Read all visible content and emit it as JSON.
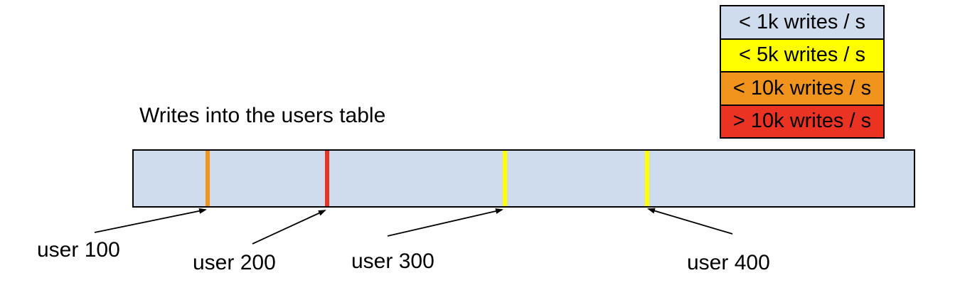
{
  "title": "Writes into the users table",
  "legend": {
    "items": [
      {
        "label": "< 1k writes / s",
        "color": "#cfdcee"
      },
      {
        "label": "< 5k writes / s",
        "color": "#ffff00"
      },
      {
        "label": "< 10k writes / s",
        "color": "#f0941e"
      },
      {
        "label": "> 10k writes / s",
        "color": "#ea3323"
      }
    ]
  },
  "bar": {
    "fill": "#cfdcee",
    "markers": [
      {
        "user": "user 100",
        "rate_band": "< 10k writes / s",
        "color": "#f0941e",
        "x_pct": "9.5%"
      },
      {
        "user": "user 200",
        "rate_band": "> 10k writes / s",
        "color": "#ea3323",
        "x_pct": "24.8%"
      },
      {
        "user": "user 300",
        "rate_band": "< 5k writes / s",
        "color": "#ffff00",
        "x_pct": "47.6%"
      },
      {
        "user": "user 400",
        "rate_band": "< 5k writes / s",
        "color": "#ffff00",
        "x_pct": "65.8%"
      }
    ]
  }
}
